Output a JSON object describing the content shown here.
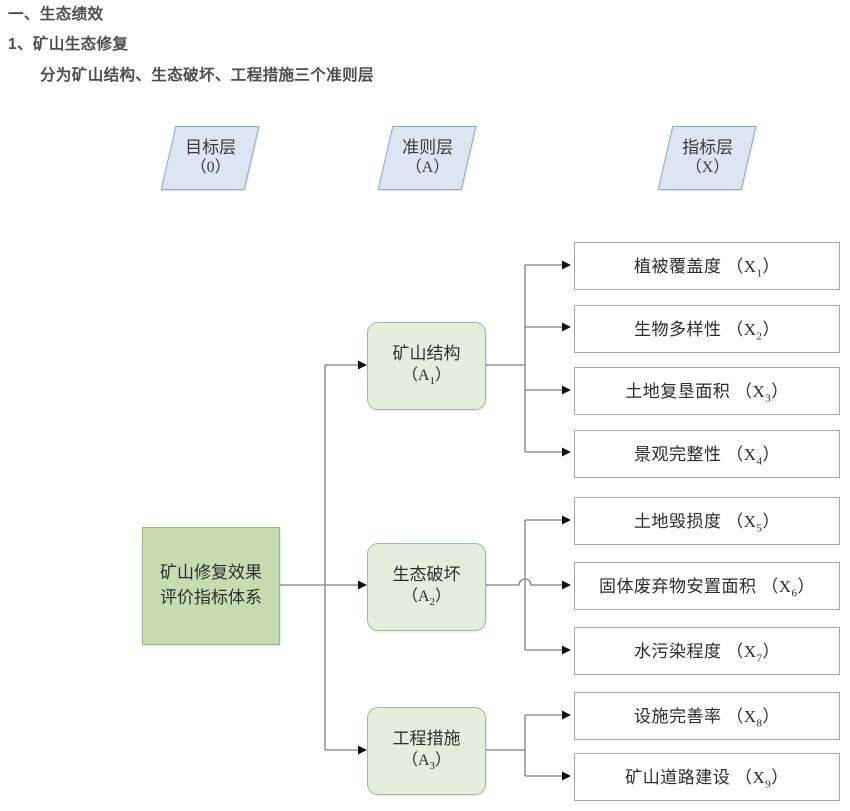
{
  "heading": {
    "line1": "一、生态绩效",
    "line2": "1、矿山生态修复",
    "line3": "分为矿山结构、生态破坏、工程措施三个准则层"
  },
  "layer_headers": [
    {
      "title": "目标层",
      "code": "（0）",
      "name": "goal-layer-header"
    },
    {
      "title": "准则层",
      "code": "（A）",
      "name": "criteria-layer-header"
    },
    {
      "title": "指标层",
      "code": "（X）",
      "name": "indicator-layer-header"
    }
  ],
  "goal": {
    "label": "矿山修复效果评价指标体系",
    "code": "0"
  },
  "criteria": [
    {
      "label": "矿山结构",
      "code_prefix": "（A",
      "code_sub": "1",
      "code_suffix": "）"
    },
    {
      "label": "生态破坏",
      "code_prefix": "（A",
      "code_sub": "2",
      "code_suffix": "）"
    },
    {
      "label": "工程措施",
      "code_prefix": "（A",
      "code_sub": "3",
      "code_suffix": "）"
    }
  ],
  "indicators": [
    {
      "label": "植被覆盖度",
      "code_prefix": "（X",
      "code_sub": "1",
      "code_suffix": "）",
      "parent": "A1"
    },
    {
      "label": "生物多样性",
      "code_prefix": "（X",
      "code_sub": "2",
      "code_suffix": "）",
      "parent": "A1"
    },
    {
      "label": "土地复垦面积",
      "code_prefix": "（X",
      "code_sub": "3",
      "code_suffix": "）",
      "parent": "A1"
    },
    {
      "label": "景观完整性",
      "code_prefix": "（X",
      "code_sub": "4",
      "code_suffix": "）",
      "parent": "A1"
    },
    {
      "label": "土地毁损度",
      "code_prefix": "（X",
      "code_sub": "5",
      "code_suffix": "）",
      "parent": "A2"
    },
    {
      "label": "固体废弃物安置面积",
      "code_prefix": "（X",
      "code_sub": "6",
      "code_suffix": "）",
      "parent": "A2"
    },
    {
      "label": "水污染程度",
      "code_prefix": "（X",
      "code_sub": "7",
      "code_suffix": "）",
      "parent": "A2"
    },
    {
      "label": "设施完善率",
      "code_prefix": "（X",
      "code_sub": "8",
      "code_suffix": "）",
      "parent": "A3"
    },
    {
      "label": "矿山道路建设",
      "code_prefix": "（X",
      "code_sub": "9",
      "code_suffix": "）",
      "parent": "A3"
    }
  ],
  "colors": {
    "header_fill": "#dce6f2",
    "header_stroke": "#8fa6bf",
    "goal_fill": "#c5ddb1",
    "goal_stroke": "#9bb583",
    "criteria_fill": "#e3efda",
    "criteria_stroke": "#9fb9a5",
    "indicator_fill": "#ffffff",
    "indicator_stroke": "#a6a6a6",
    "connector": "#808080",
    "heading_text": "#4d4d4d"
  }
}
